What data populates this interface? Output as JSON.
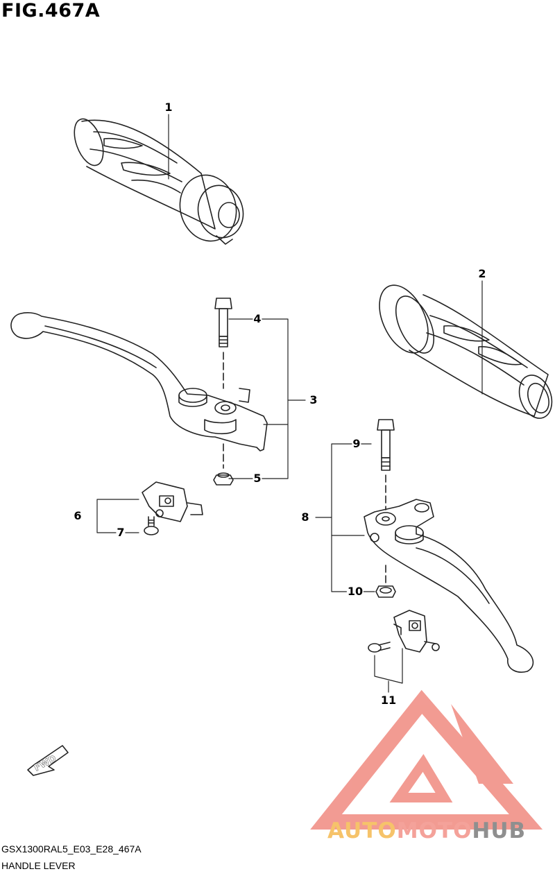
{
  "figure": {
    "title": "FIG.467A"
  },
  "footer": {
    "code": "GSX1300RAL5_E03_E28_467A",
    "name": "HANDLE LEVER"
  },
  "fwd_label": "FWD",
  "watermark": {
    "part1": "AUTO",
    "part2": "MOTO",
    "part3": "HUB"
  },
  "parts": [
    "1",
    "2",
    "3",
    "4",
    "5",
    "6",
    "7",
    "8",
    "9",
    "10",
    "11"
  ],
  "colors": {
    "line": "#222222",
    "watermark_red": "#f08a80",
    "watermark_orange": "#f6c36a",
    "watermark_gray": "#8f8f8f"
  }
}
